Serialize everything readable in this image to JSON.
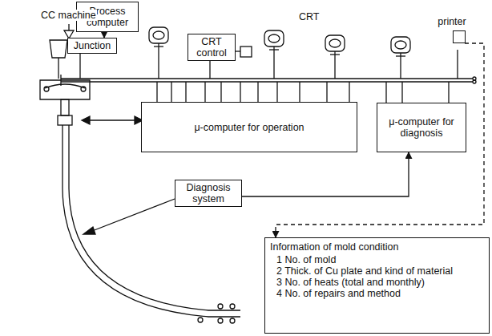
{
  "diagram": {
    "nodes": [
      {
        "text": [
          "Process computer"
        ]
      },
      {
        "text": [
          "Junction"
        ]
      },
      {
        "text": [
          "CRT control"
        ]
      },
      {
        "text": [
          "μ-computer for operation"
        ]
      },
      {
        "text": [
          "μ-computer for diagnosis"
        ]
      },
      {
        "text": [
          "Diagnosis system"
        ]
      },
      {
        "text": [
          "printer"
        ]
      },
      {
        "text": [
          "Information of mold condition",
          "1 No. of mold",
          "2 Thick. of Cu plate and kind of material",
          "3 No. of heats (total and monthly)",
          "4 No. of repairs and method"
        ]
      }
    ],
    "edges": [
      {
        "from": 0,
        "to": 1,
        "arrow": "to"
      },
      {
        "from": 5,
        "to": 4,
        "arrow": "to"
      },
      {
        "from": 6,
        "to": 7,
        "arrow": "to"
      }
    ],
    "labels": [
      "CC machine",
      "CRT"
    ]
  }
}
